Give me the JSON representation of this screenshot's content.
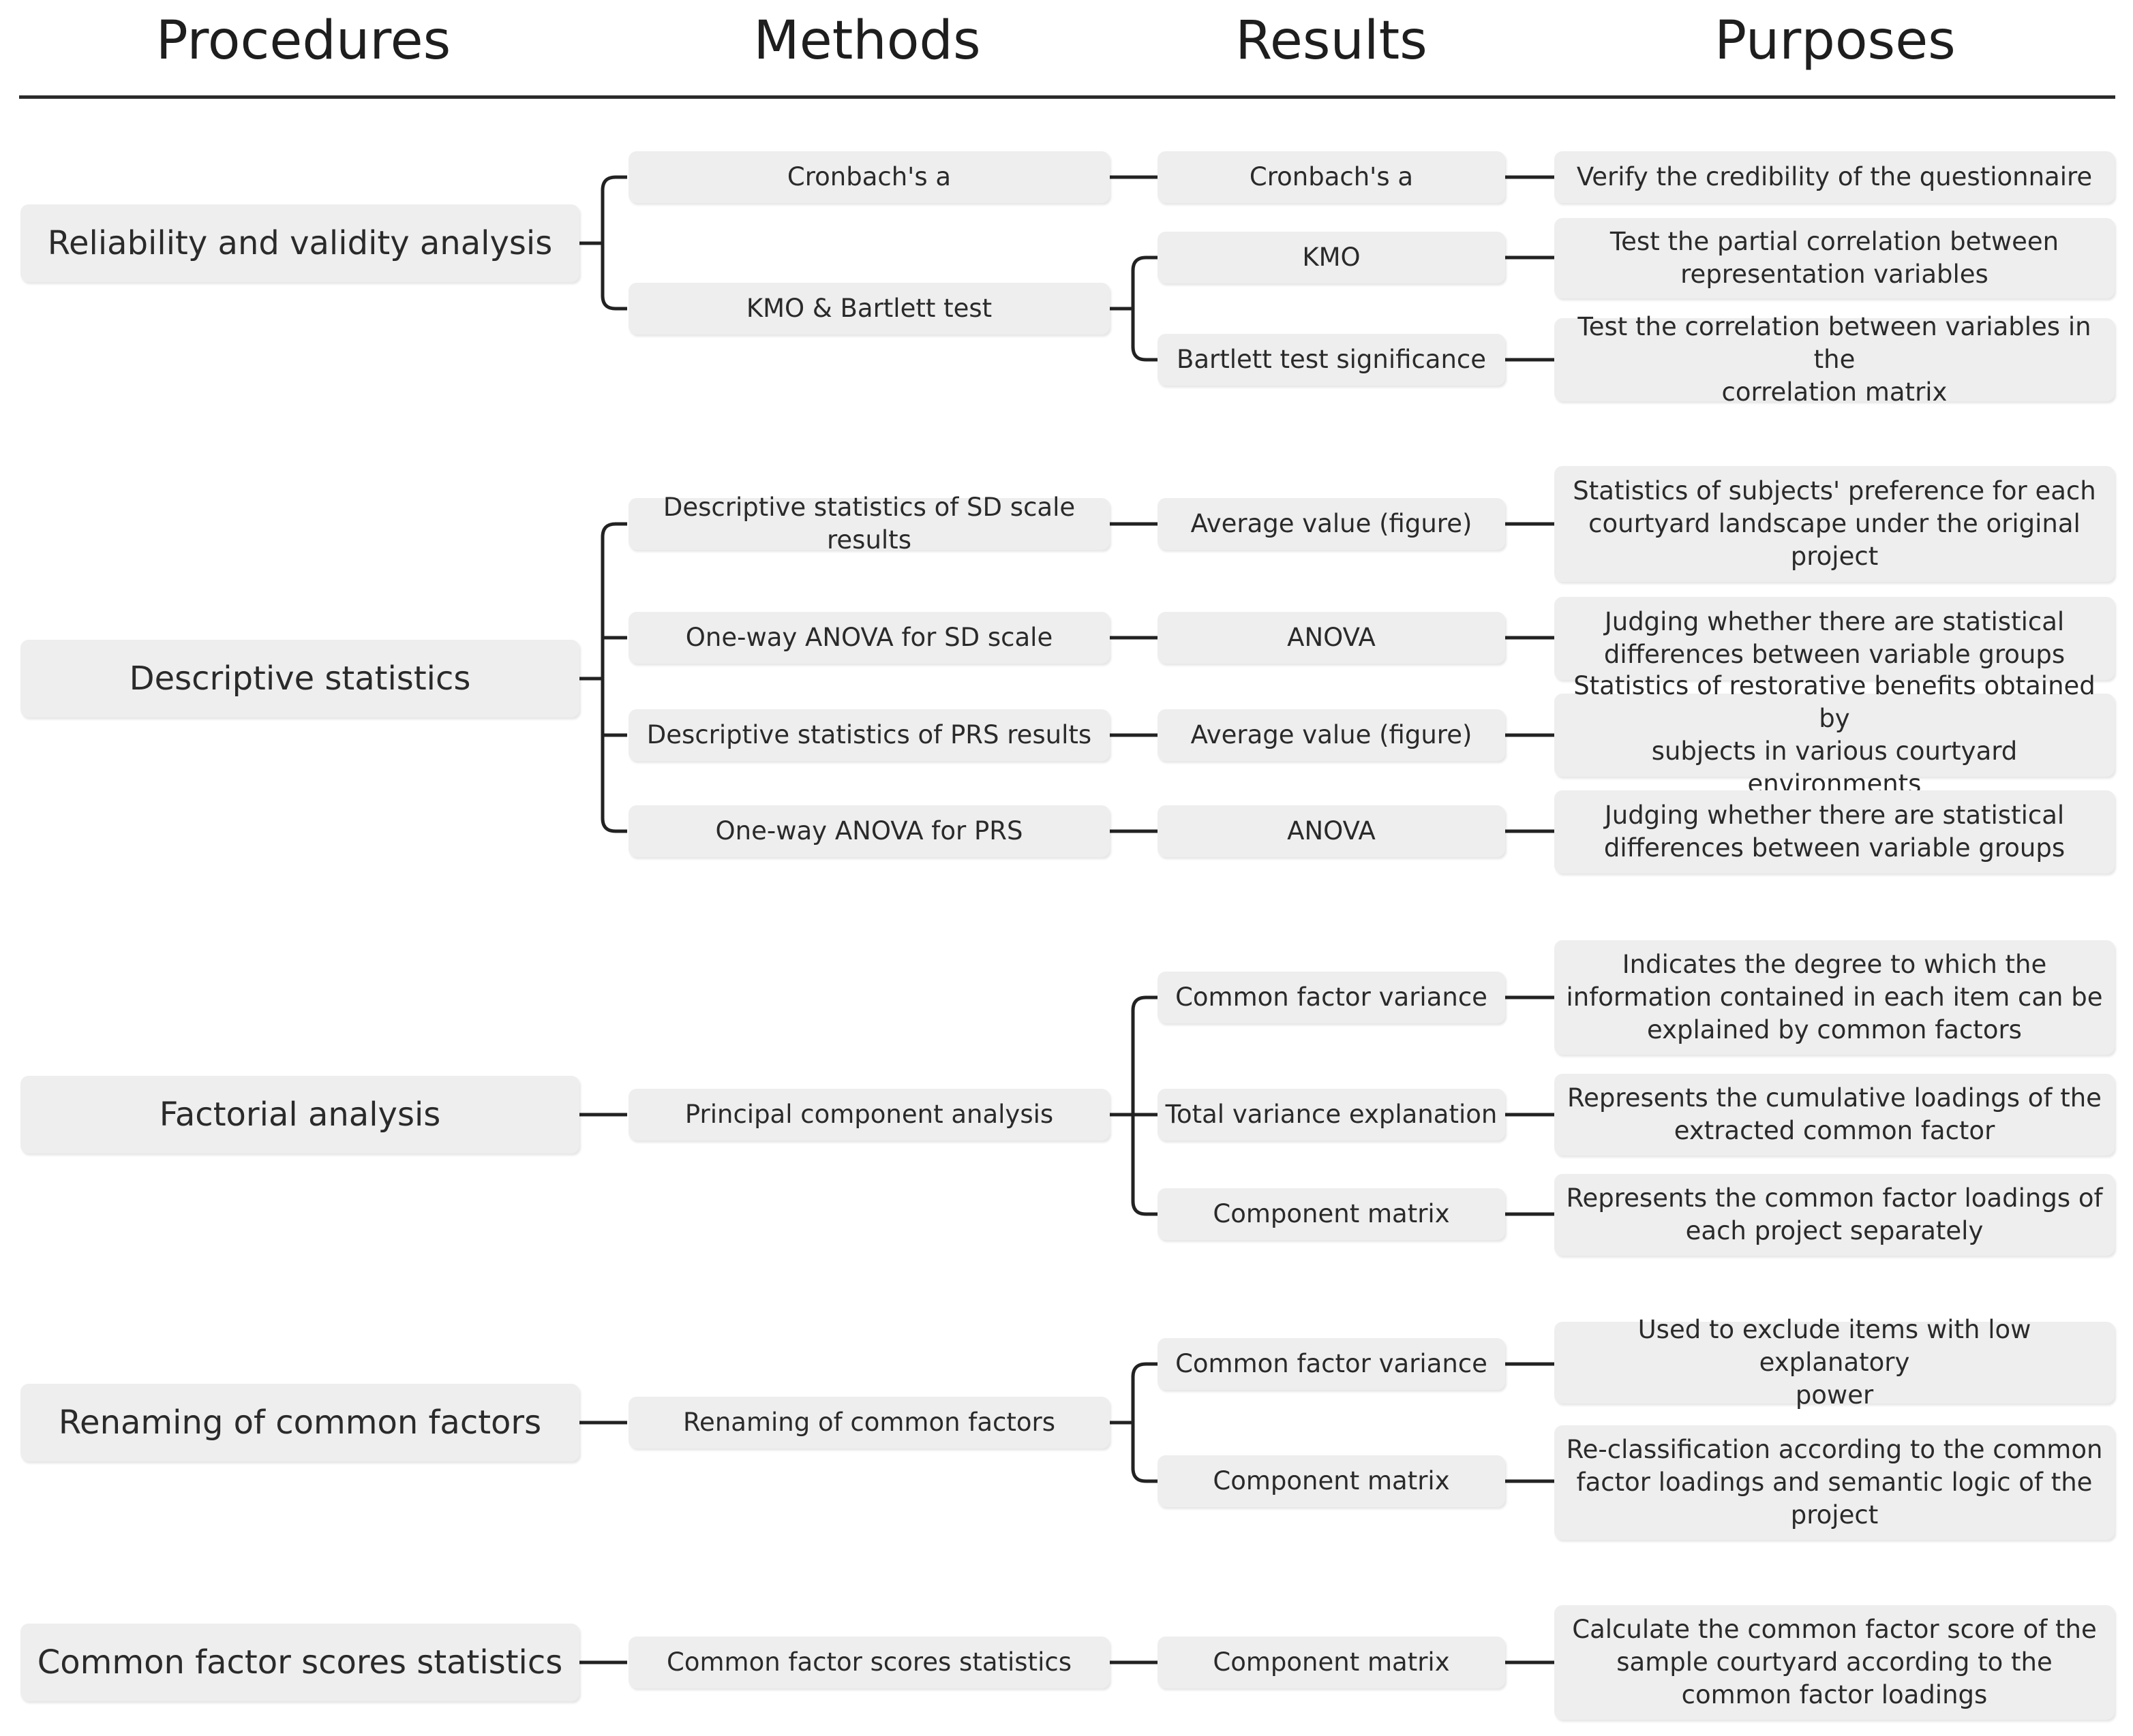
{
  "headers": {
    "procedures": "Procedures",
    "methods": "Methods",
    "results": "Results",
    "purposes": "Purposes"
  },
  "procedures": [
    "Reliability and validity analysis",
    "Descriptive statistics",
    "Factorial analysis",
    "Renaming of common factors",
    "Common factor scores statistics"
  ],
  "methods": [
    "Cronbach's a",
    "KMO & Bartlett test",
    "Descriptive statistics of SD scale results",
    "One-way ANOVA for SD scale",
    "Descriptive statistics of PRS results",
    "One-way ANOVA for PRS",
    "Principal component analysis",
    "Renaming of common factors",
    "Common factor scores statistics"
  ],
  "results": [
    "Cronbach's a",
    "KMO",
    "Bartlett test significance",
    "Average value (figure)",
    "ANOVA",
    "Average value (figure)",
    "ANOVA",
    "Common factor variance",
    "Total variance explanation",
    "Component matrix",
    "Common factor variance",
    "Component matrix",
    "Component matrix"
  ],
  "purposes": [
    "Verify the credibility of the questionnaire",
    "Test the partial correlation between\nrepresentation variables",
    "Test the correlation between variables in the\ncorrelation matrix",
    "Statistics of subjects' preference for each\ncourtyard landscape under the original\nproject",
    "Judging whether there are statistical\ndifferences between variable groups",
    "Statistics of restorative benefits obtained by\nsubjects in various courtyard environments",
    "Judging whether there are statistical\ndifferences between variable groups",
    "Indicates the degree to which the\ninformation contained in each item can be\nexplained by common factors",
    "Represents the cumulative loadings of the\nextracted common factor",
    "Represents the common factor loadings of\neach project separately",
    "Used to exclude items with low explanatory\npower",
    "Re-classification according to the common\nfactor loadings and semantic logic of the\nproject",
    "Calculate the common factor score of the\nsample courtyard according to the\ncommon factor loadings"
  ]
}
